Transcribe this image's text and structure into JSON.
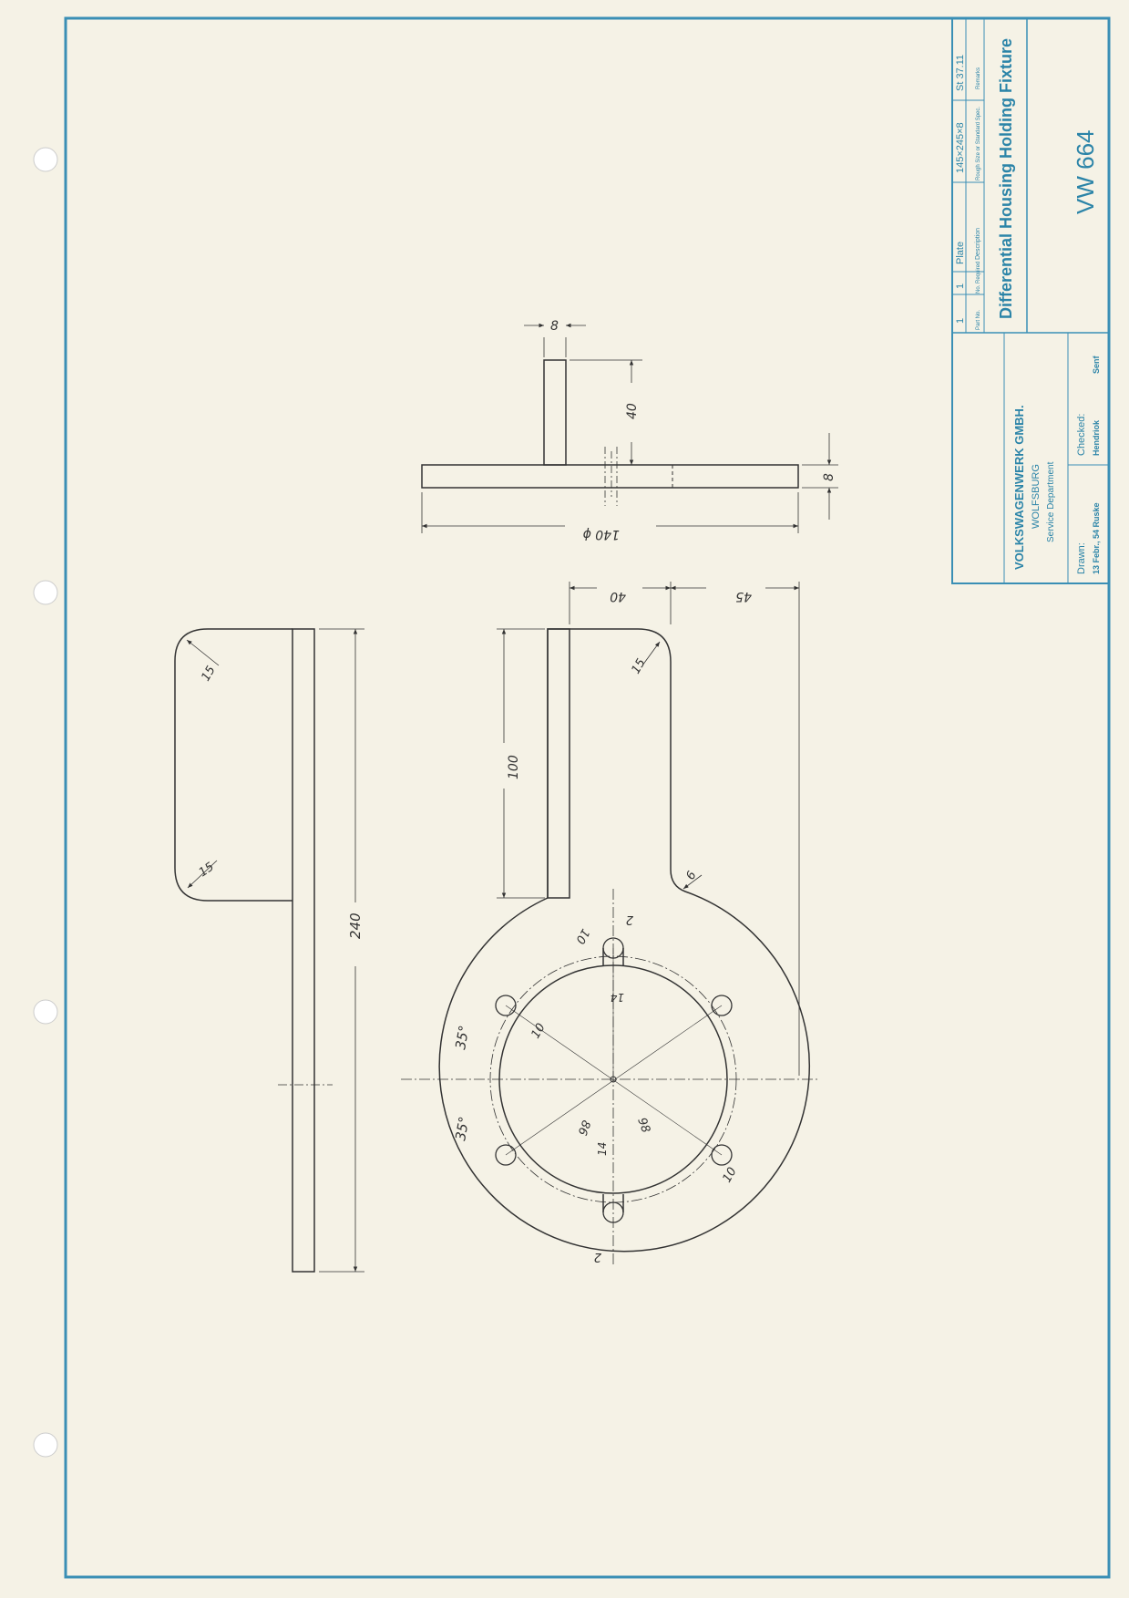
{
  "colors": {
    "paper": "#f5f2e6",
    "border": "#3a8fb5",
    "title_text": "#2b84a8",
    "ink": "#333333"
  },
  "title_block": {
    "part_no_value": "1",
    "no_required_value": "1",
    "description_value": "Plate",
    "rough_size_value": "145×245×8",
    "remarks_value": "St 37.11",
    "part_no_label": "Part No.",
    "no_required_label": "No. Required",
    "description_label": "Description",
    "rough_size_label": "Rough Size or Standard Spec.",
    "remarks_label": "Remarks",
    "title": "Differential Housing Holding Fixture",
    "tool_number": "VW 664",
    "company": "VOLKSWAGENWERK GMBH.",
    "city": "WOLFSBURG",
    "department": "Service Department",
    "drawn_label": "Drawn:",
    "drawn_value": "13 Febr., 54 Ruske",
    "checked_label": "Checked:",
    "checked_value": "Hendriok",
    "senf": "Senf"
  },
  "dimensions": {
    "top_thickness": "8",
    "top_height": "40",
    "top_diameter": "140 ϕ",
    "plate_thickness": "8",
    "arm_40": "40",
    "arm_45": "45",
    "arm_100": "100",
    "arm_radius": "15",
    "arm_corner": "6",
    "left_radius_top": "15",
    "left_radius_bottom": "15",
    "left_length": "240",
    "slot_width_top": "10",
    "slot_gap_top": "2",
    "slot_14_top": "14",
    "slot_10_left": "10",
    "angle_top": "35°",
    "angle_bottom": "35°",
    "dia_86": "86",
    "dia_98": "98",
    "slot_14_bottom": "14",
    "slot_gap_bottom": "2",
    "slot_10_right": "10"
  }
}
